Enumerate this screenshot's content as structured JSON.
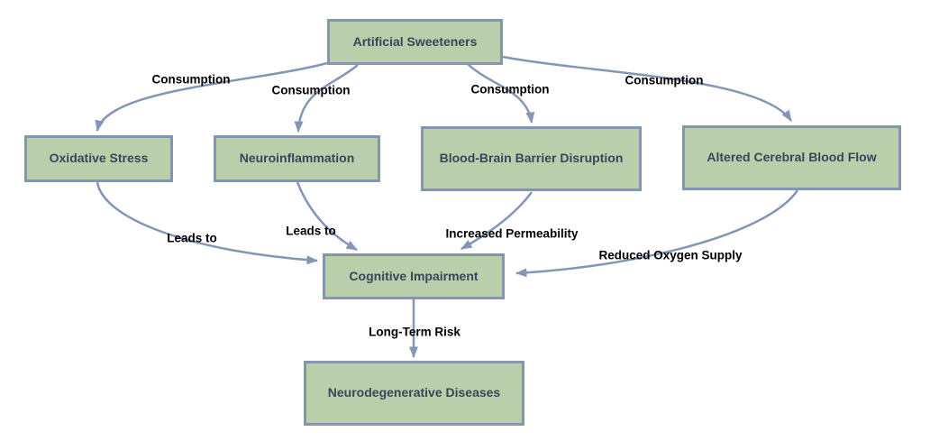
{
  "diagram": {
    "colors": {
      "node_fill": "#b9cfab",
      "node_border": "#8494b4",
      "node_text": "#3d4458",
      "arrow": "#8496b6",
      "edge_label_text": "#000000",
      "background": "#ffffff"
    },
    "nodes": [
      {
        "id": "artificial-sweeteners",
        "label": "Artificial Sweeteners"
      },
      {
        "id": "oxidative-stress",
        "label": "Oxidative Stress"
      },
      {
        "id": "neuroinflammation",
        "label": "Neuroinflammation"
      },
      {
        "id": "blood-brain-barrier-disruption",
        "label": "Blood-Brain Barrier Disruption"
      },
      {
        "id": "altered-cerebral-blood-flow",
        "label": "Altered Cerebral Blood Flow"
      },
      {
        "id": "cognitive-impairment",
        "label": "Cognitive Impairment"
      },
      {
        "id": "neurodegenerative-diseases",
        "label": "Neurodegenerative Diseases"
      }
    ],
    "edges": [
      {
        "from": "artificial-sweeteners",
        "to": "oxidative-stress",
        "label": "Consumption"
      },
      {
        "from": "artificial-sweeteners",
        "to": "neuroinflammation",
        "label": "Consumption"
      },
      {
        "from": "artificial-sweeteners",
        "to": "blood-brain-barrier-disruption",
        "label": "Consumption"
      },
      {
        "from": "artificial-sweeteners",
        "to": "altered-cerebral-blood-flow",
        "label": "Consumption"
      },
      {
        "from": "oxidative-stress",
        "to": "cognitive-impairment",
        "label": "Leads to"
      },
      {
        "from": "neuroinflammation",
        "to": "cognitive-impairment",
        "label": "Leads to"
      },
      {
        "from": "blood-brain-barrier-disruption",
        "to": "cognitive-impairment",
        "label": "Increased Permeability"
      },
      {
        "from": "altered-cerebral-blood-flow",
        "to": "cognitive-impairment",
        "label": "Reduced Oxygen Supply"
      },
      {
        "from": "cognitive-impairment",
        "to": "neurodegenerative-diseases",
        "label": "Long-Term Risk"
      }
    ]
  }
}
